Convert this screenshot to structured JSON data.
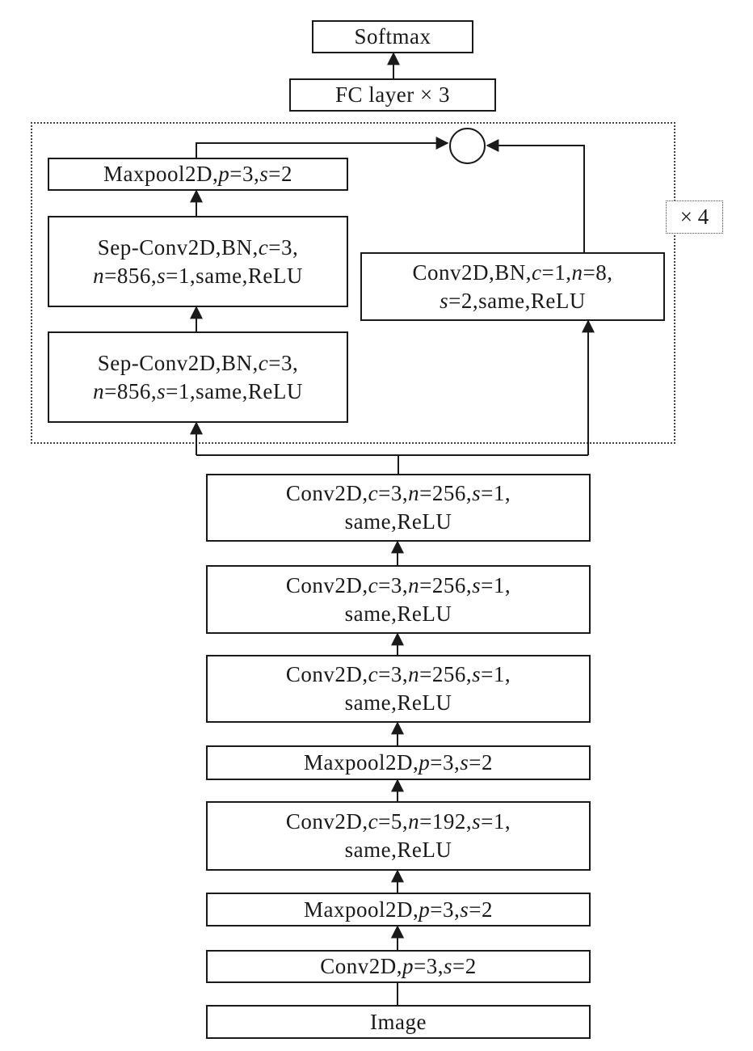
{
  "blocks": {
    "softmax": [
      [
        "Softmax"
      ]
    ],
    "fc": [
      [
        "FC layer × 3"
      ]
    ],
    "group_maxpool": [
      [
        "Maxpool2D,",
        {
          "i": "p"
        },
        "=3,",
        {
          "i": "s"
        },
        "=2"
      ]
    ],
    "sep_conv_top": [
      [
        "Sep-Conv2D,BN,",
        {
          "i": "c"
        },
        "=3,"
      ],
      [
        {
          "i": "n"
        },
        "=856,",
        {
          "i": "s"
        },
        "=1,same,ReLU"
      ]
    ],
    "sep_conv_bottom": [
      [
        "Sep-Conv2D,BN,",
        {
          "i": "c"
        },
        "=3,"
      ],
      [
        {
          "i": "n"
        },
        "=856,",
        {
          "i": "s"
        },
        "=1,same,ReLU"
      ]
    ],
    "shortcut_conv": [
      [
        "Conv2D,BN,",
        {
          "i": "c"
        },
        "=1,",
        {
          "i": "n"
        },
        "=8,"
      ],
      [
        {
          "i": "s"
        },
        "=2,same,ReLU"
      ]
    ],
    "conv3_c": [
      [
        "Conv2D,",
        {
          "i": "c"
        },
        "=3,",
        {
          "i": "n"
        },
        "=256,",
        {
          "i": "s"
        },
        "=1,"
      ],
      [
        "same,ReLU"
      ]
    ],
    "conv3_b": [
      [
        "Conv2D,",
        {
          "i": "c"
        },
        "=3,",
        {
          "i": "n"
        },
        "=256,",
        {
          "i": "s"
        },
        "=1,"
      ],
      [
        "same,ReLU"
      ]
    ],
    "conv3_a": [
      [
        "Conv2D,",
        {
          "i": "c"
        },
        "=3,",
        {
          "i": "n"
        },
        "=256,",
        {
          "i": "s"
        },
        "=1,"
      ],
      [
        "same,ReLU"
      ]
    ],
    "maxpool_2": [
      [
        "Maxpool2D,",
        {
          "i": "p"
        },
        "=3,",
        {
          "i": "s"
        },
        "=2"
      ]
    ],
    "conv5": [
      [
        "Conv2D,",
        {
          "i": "c"
        },
        "=5,",
        {
          "i": "n"
        },
        "=192,",
        {
          "i": "s"
        },
        "=1,"
      ],
      [
        "same,ReLU"
      ]
    ],
    "maxpool_1": [
      [
        "Maxpool2D,",
        {
          "i": "p"
        },
        "=3,",
        {
          "i": "s"
        },
        "=2"
      ]
    ],
    "conv_stem": [
      [
        "Conv2D,",
        {
          "i": "p"
        },
        "=3,",
        {
          "i": "s"
        },
        "=2"
      ]
    ],
    "image": [
      [
        "Image"
      ]
    ]
  },
  "repeat_label": "× 4"
}
